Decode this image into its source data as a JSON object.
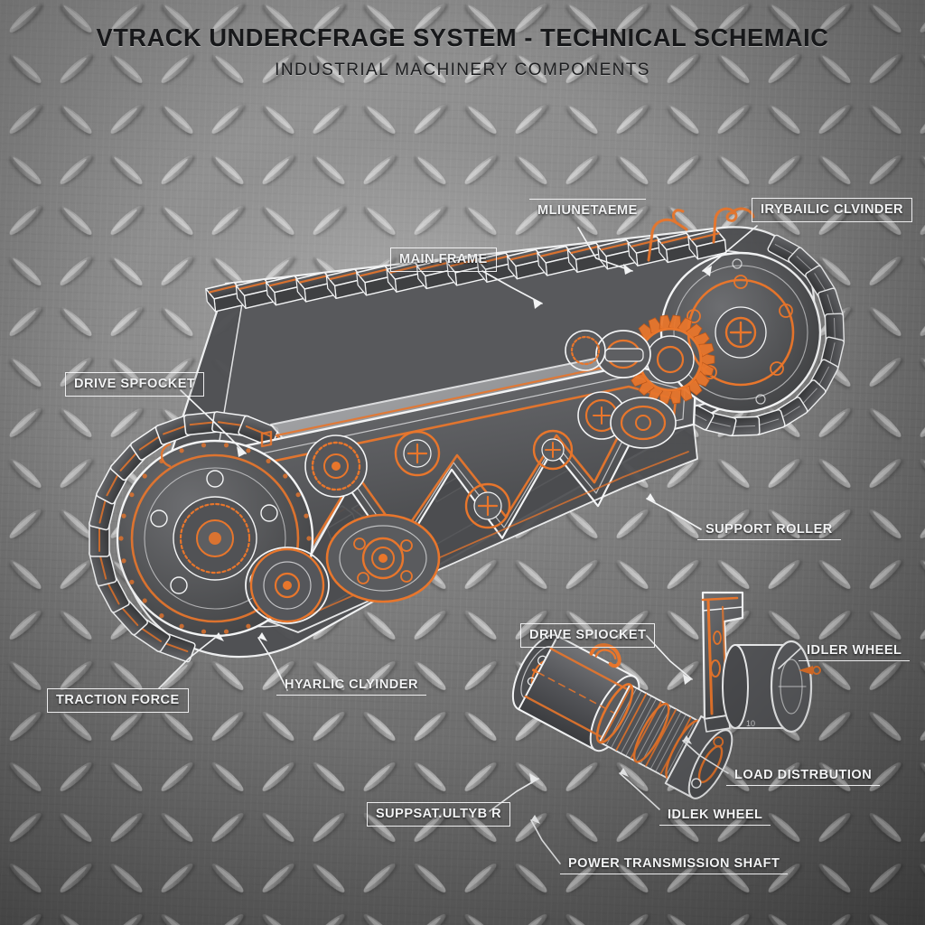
{
  "header": {
    "title": "VTRACK UNDERCFRAGE SYSTEM - TECHNICAL SCHEMAIC",
    "subtitle": "INDUSTRIAL MACHINERY COMPONENTS"
  },
  "palette": {
    "accent_orange": "#E8762C",
    "line_white": "#F3F4F5",
    "metal_dark": "#4A4A4C",
    "metal_mid": "#6E6E70",
    "plate_light": "#9B9B9B",
    "plate_dark": "#5F5F5F",
    "title_ink": "#17181A"
  },
  "callouts": [
    {
      "id": "mounting-frame",
      "label": "MLIUNETAEME",
      "style": "topline"
    },
    {
      "id": "hydraulic-cylinder-1",
      "label": "IRYBAILIC CLVINDER",
      "style": "framed"
    },
    {
      "id": "main-frame",
      "label": "MAIN FRAME",
      "style": "framed"
    },
    {
      "id": "drive-sprocket-1",
      "label": "DRIVE SPFOCKET",
      "style": "framed"
    },
    {
      "id": "support-roller",
      "label": "SUPPORT ROLLER",
      "style": "underline"
    },
    {
      "id": "traction-force",
      "label": "TRACTION FORCE",
      "style": "framed"
    },
    {
      "id": "hydraulic-cylinder-2",
      "label": "HYARLIC CLYINDER",
      "style": "underline"
    },
    {
      "id": "drive-sprocket-2",
      "label": "DRIVE SPIOCKET",
      "style": "framed"
    },
    {
      "id": "idler-wheel-1",
      "label": "IDLER WHEEL",
      "style": "underline"
    },
    {
      "id": "load-distribution",
      "label": "LOAD DISTRBUTION",
      "style": "underline"
    },
    {
      "id": "support-stability",
      "label": "SUPPSAT.ULTYB  R",
      "style": "framed"
    },
    {
      "id": "idler-wheel-2",
      "label": "IDLEK WHEEL",
      "style": "underline"
    },
    {
      "id": "power-transmission",
      "label": "POWER TRANSMISSION SHAFT",
      "style": "underline"
    }
  ],
  "diagram": {
    "main_assembly_name": "tracked undercarriage assembly",
    "detail_assembly_name": "power transmission shaft detail",
    "track_shoe_count": 34,
    "roller_count": 5,
    "sprocket_count": 2
  }
}
